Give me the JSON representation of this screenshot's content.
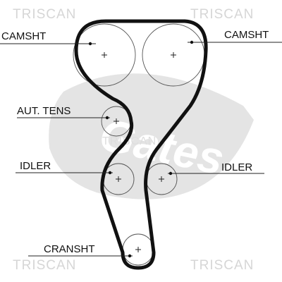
{
  "watermarks": {
    "brand": "TRISCAN"
  },
  "logo": {
    "text": "Gates"
  },
  "labels": {
    "camshaft_left": "CAMSHT",
    "camshaft_right": "CAMSHT",
    "tensioner": "AUT. TENS",
    "idler_left": "IDLER",
    "idler_right": "IDLER",
    "crankshaft": "CRANSHT"
  },
  "colors": {
    "belt": "#111111",
    "watermark": "#d6d6d6"
  }
}
